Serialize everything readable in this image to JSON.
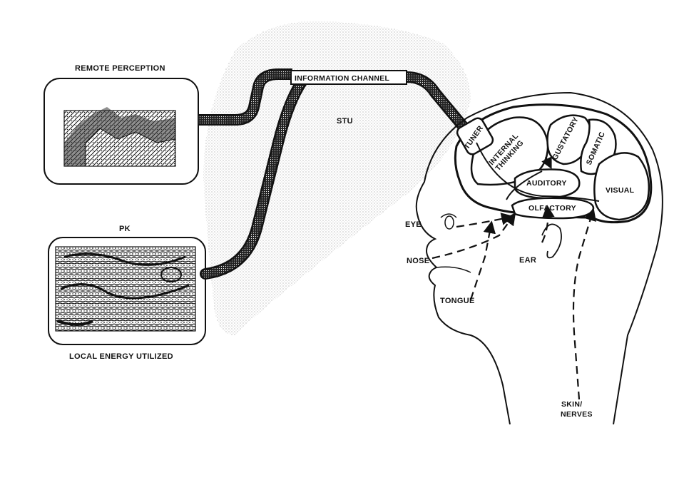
{
  "labels": {
    "remote_perception": "REMOTE PERCEPTION",
    "pk": "PK",
    "local_energy": "LOCAL ENERGY UTILIZED",
    "information_channel": "INFORMATION CHANNEL",
    "stu": "STU",
    "tuner": "TUNER",
    "internal_thinking_1": "INTERNAL",
    "internal_thinking_2": "THINKING",
    "gustatory": "GUSTATORY",
    "somatic": "SOMATIC",
    "auditory": "AUDITORY",
    "visual": "VISUAL",
    "olfactory": "OLFACTORY",
    "eye": "EYE",
    "nose": "NOSE",
    "ear": "EAR",
    "tongue": "TONGUE",
    "skin_nerves_1": "SKIN/",
    "skin_nerves_2": "NERVES"
  },
  "colors": {
    "ink": "#111111",
    "stipple": "#bdbdbd",
    "paper": "#ffffff"
  }
}
